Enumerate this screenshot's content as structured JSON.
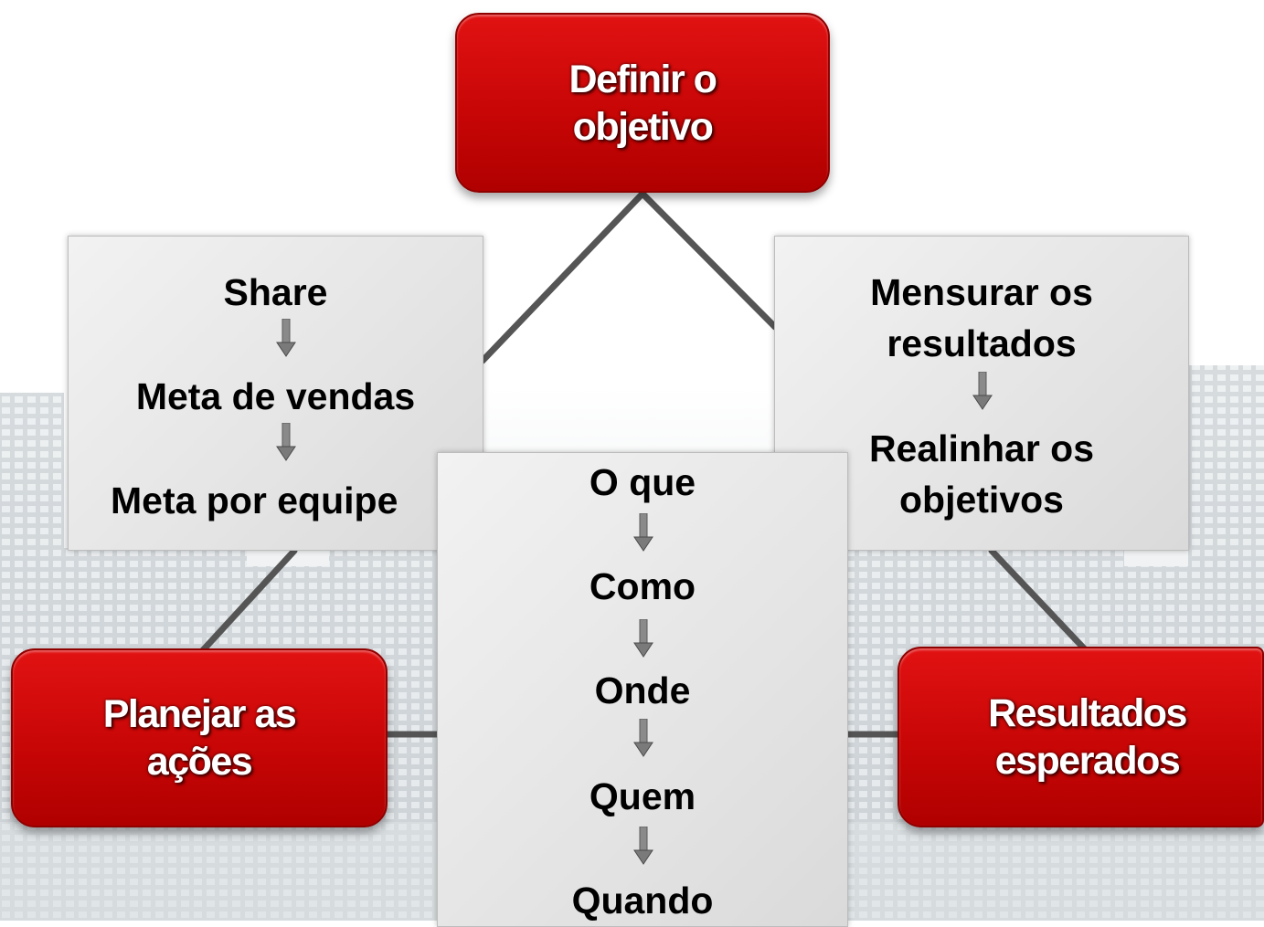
{
  "top": {
    "line1": "Definir o",
    "line2": "objetivo"
  },
  "left_action": {
    "line1": "Planejar as",
    "line2": "ações"
  },
  "right_result": {
    "line1": "Resultados",
    "line2": "esperados"
  },
  "left_box": {
    "items": [
      "Share",
      "Meta de vendas",
      "Meta por equipe"
    ]
  },
  "right_box": {
    "items": [
      "Mensurar os",
      "resultados",
      "Realinhar os",
      "objetivos"
    ]
  },
  "center_box": {
    "items": [
      "O que",
      "Como",
      "Onde",
      "Quem",
      "Quando"
    ]
  },
  "colors": {
    "accent_red": "#c80606",
    "box_grey": "#e4e4e4",
    "connector": "#555555"
  }
}
